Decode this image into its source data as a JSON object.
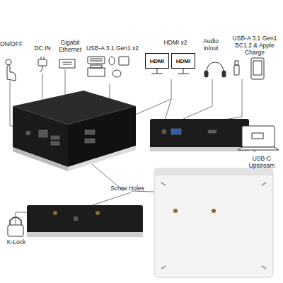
{
  "diagram": {
    "nodes": [
      {
        "text": [
          "HDMI"
        ]
      },
      {
        "text": [
          "HDMI"
        ]
      }
    ],
    "labels": [
      "ON/OFF",
      "DC IN",
      "Gigabit Ethernet",
      "USB-A 3.1 Gen1 x2",
      "HDMI x2",
      "Audio in/out",
      "USB-A 3.1 Gen1 BC1.2 & Apple Charge",
      "USB-C Upstream",
      "Screw Holes",
      "K-Lock"
    ]
  }
}
